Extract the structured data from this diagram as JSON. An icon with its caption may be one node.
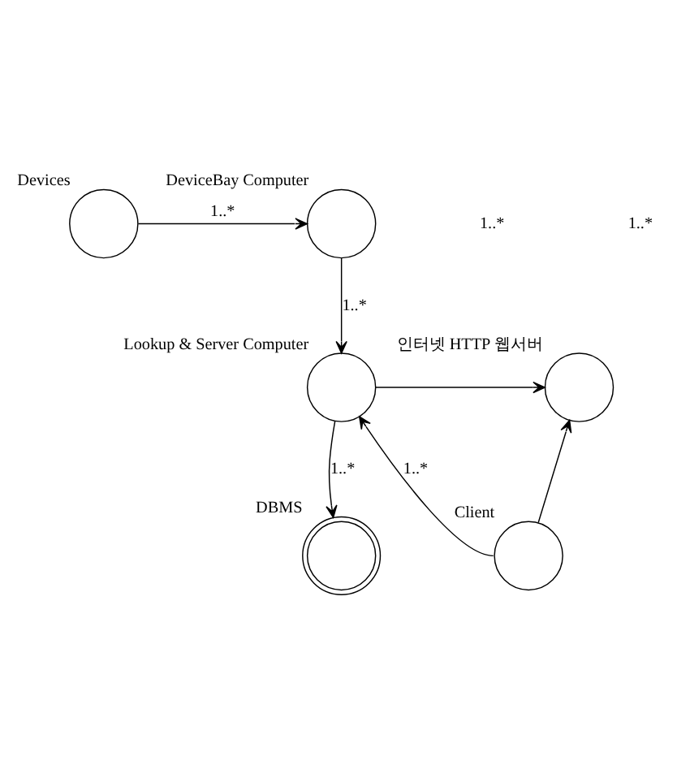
{
  "diagram": {
    "nodes": [
      {
        "text": [
          "DeviceBay Computer"
        ]
      },
      {
        "text": [
          "Devices"
        ]
      },
      {
        "text": [
          "Lookup & Server Computer"
        ]
      },
      {
        "text": [
          "인터넷 HTTP 웹서버"
        ]
      },
      {
        "text": [
          "DBMS"
        ]
      },
      {
        "text": [
          "Client"
        ]
      }
    ],
    "edges": [
      {
        "from": 1,
        "to": 0,
        "arrow": "to",
        "label": "1..*"
      },
      {
        "from": 0,
        "to": 2,
        "arrow": "to",
        "label": "1..*"
      },
      {
        "from": 2,
        "to": 3,
        "arrow": "to"
      },
      {
        "from": 2,
        "to": 4,
        "arrow": "to",
        "label": "1..*"
      },
      {
        "from": 5,
        "to": 2,
        "arrow": "to",
        "label": "1..*"
      },
      {
        "from": 5,
        "to": 3,
        "arrow": "to"
      }
    ],
    "labels": [
      "1..*",
      "1..*"
    ]
  }
}
